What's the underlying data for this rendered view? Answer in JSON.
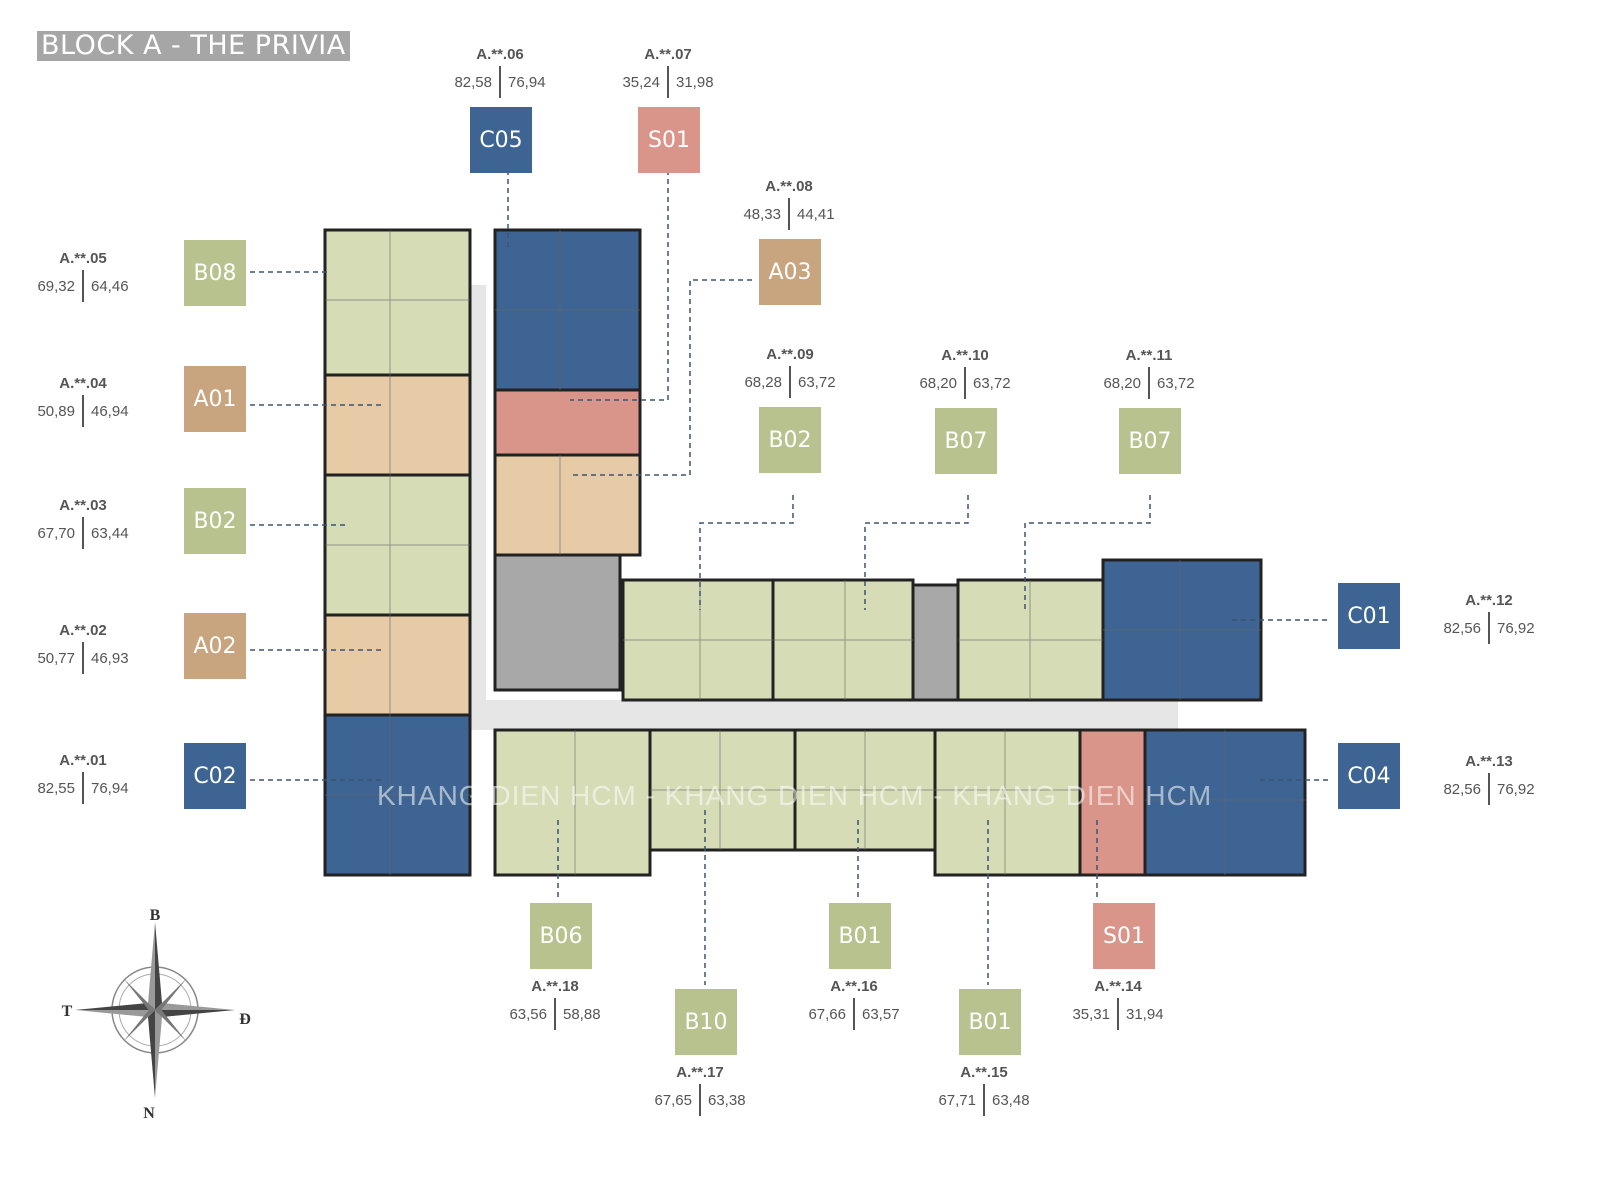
{
  "title": "BLOCK A - THE PRIVIA",
  "watermark": "KHANG DIEN HCM - KHANG DIEN HCM - KHANG DIEN HCM",
  "compass": {
    "north": "B",
    "south": "N",
    "west": "T",
    "east": "Đ"
  },
  "colors": {
    "green": "#b7c28e",
    "orange": "#c8a47f",
    "blue": "#3d6493",
    "pink": "#d9958a",
    "corridor": "#e6e6e6",
    "core": "#a8a8a8"
  },
  "units": [
    {
      "code": "A.**.01",
      "total": "82,55",
      "net": "76,94",
      "type": "C02",
      "color": "blue"
    },
    {
      "code": "A.**.02",
      "total": "50,77",
      "net": "46,93",
      "type": "A02",
      "color": "orange"
    },
    {
      "code": "A.**.03",
      "total": "67,70",
      "net": "63,44",
      "type": "B02",
      "color": "green"
    },
    {
      "code": "A.**.04",
      "total": "50,89",
      "net": "46,94",
      "type": "A01",
      "color": "orange"
    },
    {
      "code": "A.**.05",
      "total": "69,32",
      "net": "64,46",
      "type": "B08",
      "color": "green"
    },
    {
      "code": "A.**.06",
      "total": "82,58",
      "net": "76,94",
      "type": "C05",
      "color": "blue"
    },
    {
      "code": "A.**.07",
      "total": "35,24",
      "net": "31,98",
      "type": "S01",
      "color": "pink"
    },
    {
      "code": "A.**.08",
      "total": "48,33",
      "net": "44,41",
      "type": "A03",
      "color": "orange"
    },
    {
      "code": "A.**.09",
      "total": "68,28",
      "net": "63,72",
      "type": "B02",
      "color": "green"
    },
    {
      "code": "A.**.10",
      "total": "68,20",
      "net": "63,72",
      "type": "B07",
      "color": "green"
    },
    {
      "code": "A.**.11",
      "total": "68,20",
      "net": "63,72",
      "type": "B07",
      "color": "green"
    },
    {
      "code": "A.**.12",
      "total": "82,56",
      "net": "76,92",
      "type": "C01",
      "color": "blue"
    },
    {
      "code": "A.**.13",
      "total": "82,56",
      "net": "76,92",
      "type": "C04",
      "color": "blue"
    },
    {
      "code": "A.**.14",
      "total": "35,31",
      "net": "31,94",
      "type": "S01",
      "color": "pink"
    },
    {
      "code": "A.**.15",
      "total": "67,71",
      "net": "63,48",
      "type": "B01",
      "color": "green"
    },
    {
      "code": "A.**.16",
      "total": "67,66",
      "net": "63,57",
      "type": "B01",
      "color": "green"
    },
    {
      "code": "A.**.17",
      "total": "67,65",
      "net": "63,38",
      "type": "B10",
      "color": "green"
    },
    {
      "code": "A.**.18",
      "total": "63,56",
      "net": "58,88",
      "type": "B06",
      "color": "green"
    }
  ]
}
